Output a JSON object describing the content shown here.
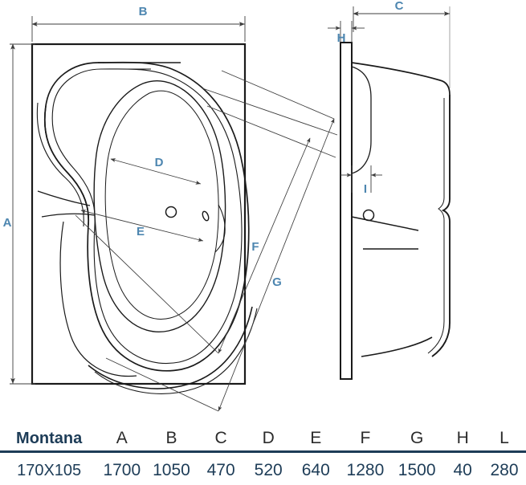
{
  "product": {
    "name": "Montana",
    "type": "corner-bathtub-technical-drawing"
  },
  "drawing": {
    "top_view": {
      "labels": {
        "A": "A",
        "B": "B",
        "D": "D",
        "E": "E",
        "F": "F",
        "G": "G"
      }
    },
    "side_view": {
      "labels": {
        "C": "C",
        "H": "H",
        "I": "I"
      }
    },
    "label_color": "#4d86b0",
    "line_color": "#1a1a1a",
    "dim_line_color": "#4a4a4a"
  },
  "spec_table": {
    "headers": [
      "Montana",
      "A",
      "B",
      "C",
      "D",
      "E",
      "F",
      "G",
      "H",
      "L"
    ],
    "rows": [
      {
        "model": "170X105",
        "values": [
          "1700",
          "1050",
          "470",
          "520",
          "640",
          "1280",
          "1500",
          "40",
          "280"
        ]
      }
    ],
    "rule_color": "#1d3c57",
    "header_color": "#2b2b2b",
    "model_color": "#1d3c57",
    "value_color": "#1d3c57"
  }
}
